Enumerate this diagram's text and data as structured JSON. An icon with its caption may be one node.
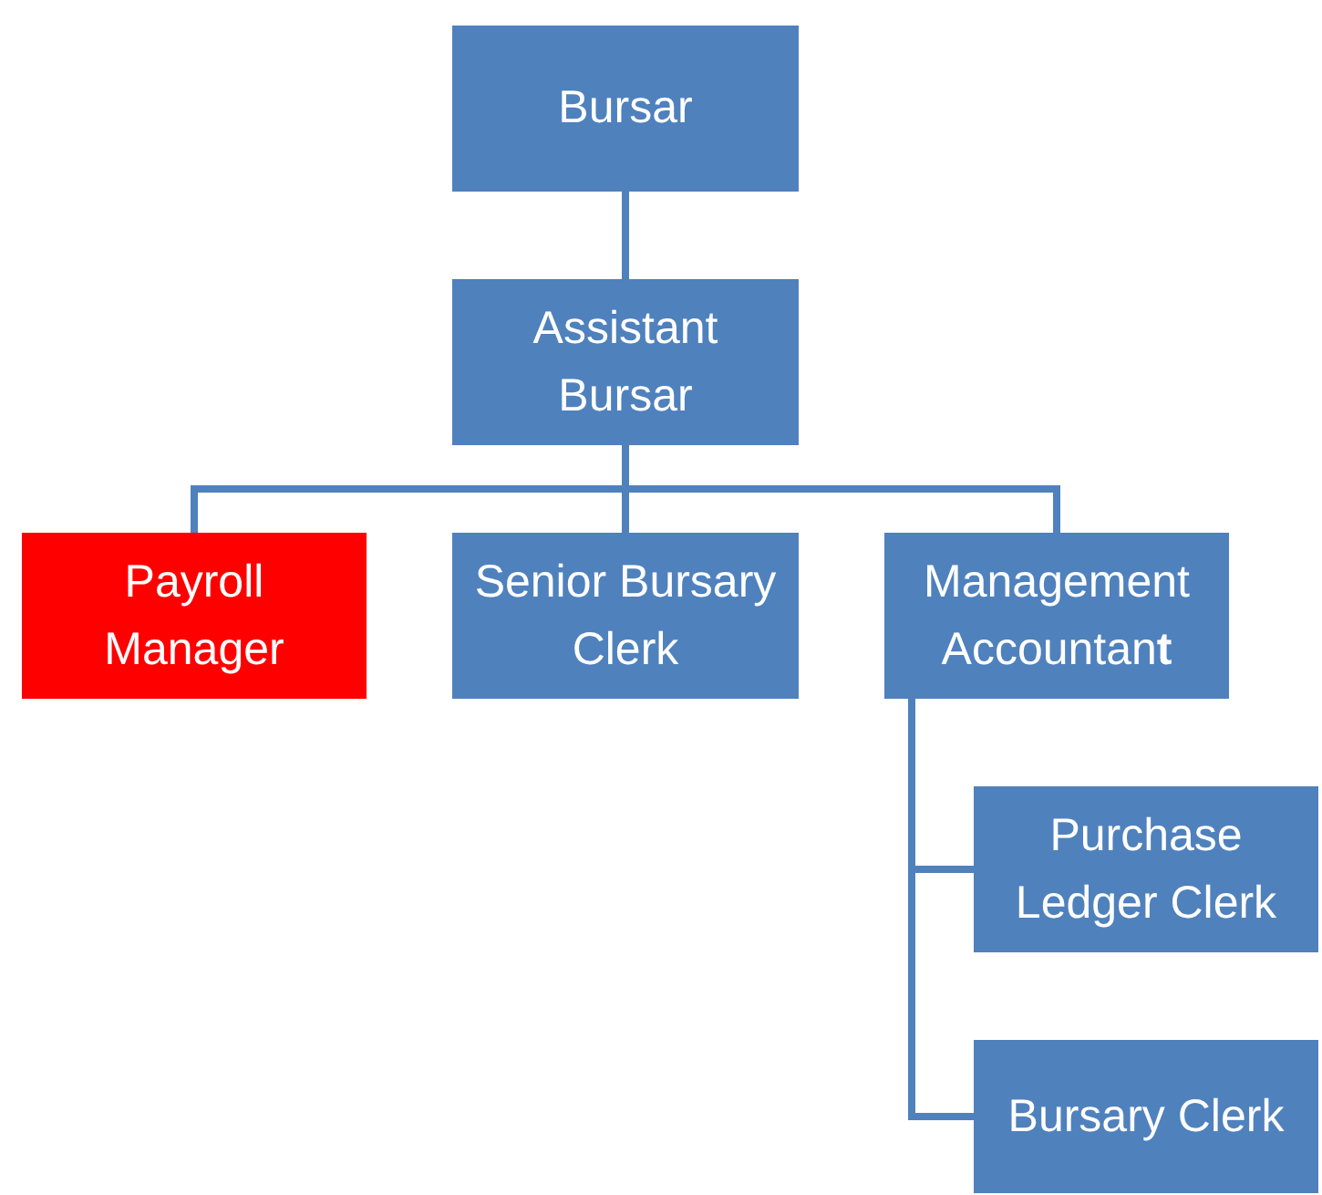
{
  "diagram": {
    "nodes": [
      {
        "text": [
          "Bursar"
        ]
      },
      {
        "text": [
          "Assistant Bursar"
        ]
      },
      {
        "text": [
          "Payroll Manager"
        ]
      },
      {
        "text": [
          "Senior Bursary Clerk"
        ]
      },
      {
        "text": [
          "Management Accountan**t**"
        ]
      },
      {
        "text": [
          "Purchase Ledger Clerk"
        ]
      },
      {
        "text": [
          "Bursary Clerk"
        ]
      }
    ],
    "edges": [
      {
        "from": 0,
        "to": 1,
        "arrow": "none"
      },
      {
        "from": 1,
        "to": 2,
        "arrow": "none"
      },
      {
        "from": 1,
        "to": 3,
        "arrow": "none"
      },
      {
        "from": 1,
        "to": 4,
        "arrow": "none"
      },
      {
        "from": 4,
        "to": 5,
        "arrow": "none"
      },
      {
        "from": 4,
        "to": 6,
        "arrow": "none"
      }
    ]
  }
}
